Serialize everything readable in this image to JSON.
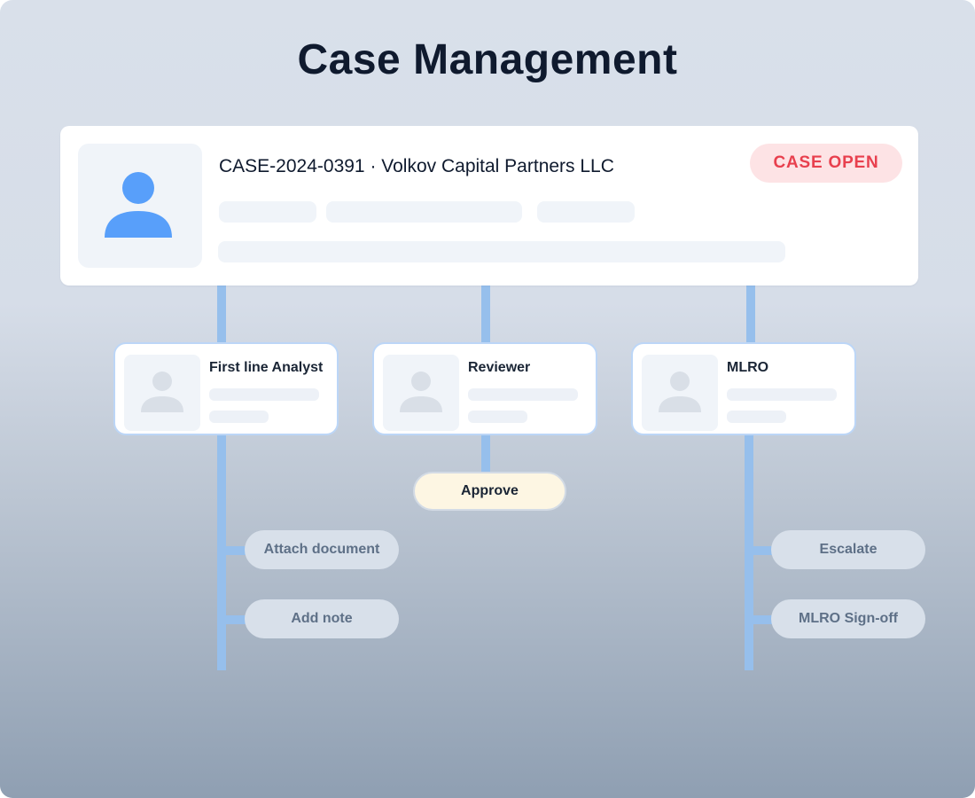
{
  "title": "Case Management",
  "case": {
    "title": "CASE-2024-0391 · Volkov Capital Partners LLC",
    "status": "CASE OPEN",
    "avatar_icon": "user-icon"
  },
  "roles": [
    {
      "name": "First line Analyst",
      "icon": "user-icon"
    },
    {
      "name": "Reviewer",
      "icon": "user-icon"
    },
    {
      "name": "MLRO",
      "icon": "user-icon"
    }
  ],
  "actions": {
    "analyst": [
      "Attach document",
      "Add note"
    ],
    "reviewer": [
      "Approve"
    ],
    "mlro": [
      "Escalate",
      "MLRO Sign-off"
    ]
  },
  "colors": {
    "connector": "#96bfec",
    "status_text": "#e8404e",
    "status_bg": "#fde3e5",
    "avatar_accent": "#589ffa",
    "approve_bg": "#fdf6e3"
  }
}
